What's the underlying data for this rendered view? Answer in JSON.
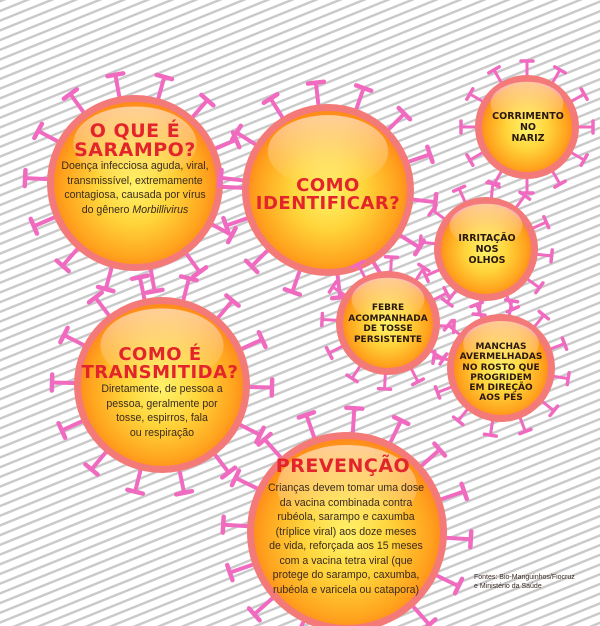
{
  "colors": {
    "stripe": "#c9c9c9",
    "spike": "#f06bc0",
    "ring": "#f47a7a",
    "fill_center": "#ffef50",
    "fill_edge": "#ff9a1a",
    "title_red": "#e4242b"
  },
  "sarampo": {
    "title_line1": "O QUE É",
    "title_line2": "SARAMPO?",
    "text_line1": "Doença infecciosa aguda, viral,",
    "text_line2": "transmissível, extremamente",
    "text_line3": "contagiosa, causada por vírus",
    "text_line4a": "do gênero ",
    "text_line4b": "Morbillivirus"
  },
  "identificar": {
    "title_line1": "COMO",
    "title_line2": "IDENTIFICAR?"
  },
  "sintomas": {
    "corrimento": [
      "CORRIMENTO",
      "NO",
      "NARIZ"
    ],
    "irritacao": [
      "IRRITAÇÃO",
      "NOS",
      "OLHOS"
    ],
    "febre": [
      "FEBRE",
      "ACOMPANHADA",
      "DE TOSSE",
      "PERSISTENTE"
    ],
    "manchas": [
      "MANCHAS",
      "AVERMELHADAS",
      "NO ROSTO QUE",
      "PROGRIDEM",
      "EM DIREÇÃO",
      "AOS PÉS"
    ]
  },
  "transmitida": {
    "title_line1": "COMO É",
    "title_line2": "TRANSMITIDA?",
    "text_line1": "Diretamente, de pessoa a",
    "text_line2": "pessoa, geralmente por",
    "text_line3": "tosse, espirros, fala",
    "text_line4": "ou respiração"
  },
  "prevencao": {
    "title": "PREVENÇÃO",
    "text_line1": "Crianças devem tomar uma dose",
    "text_line2": "da vacina combinada contra",
    "text_line3": "rubéola, sarampo e caxumba",
    "text_line4": "(tríplice viral) aos doze meses",
    "text_line5": "de vida, reforçada aos 15 meses",
    "text_line6": "com a vacina tetra viral (que",
    "text_line7": "protege do sarampo, caxumba,",
    "text_line8": "rubéola e varicela ou catapora)"
  },
  "fontes": {
    "line1": "Fontes: Bio-Manguinhos/Fiocruz",
    "line2": "e Ministério da Saúde"
  }
}
